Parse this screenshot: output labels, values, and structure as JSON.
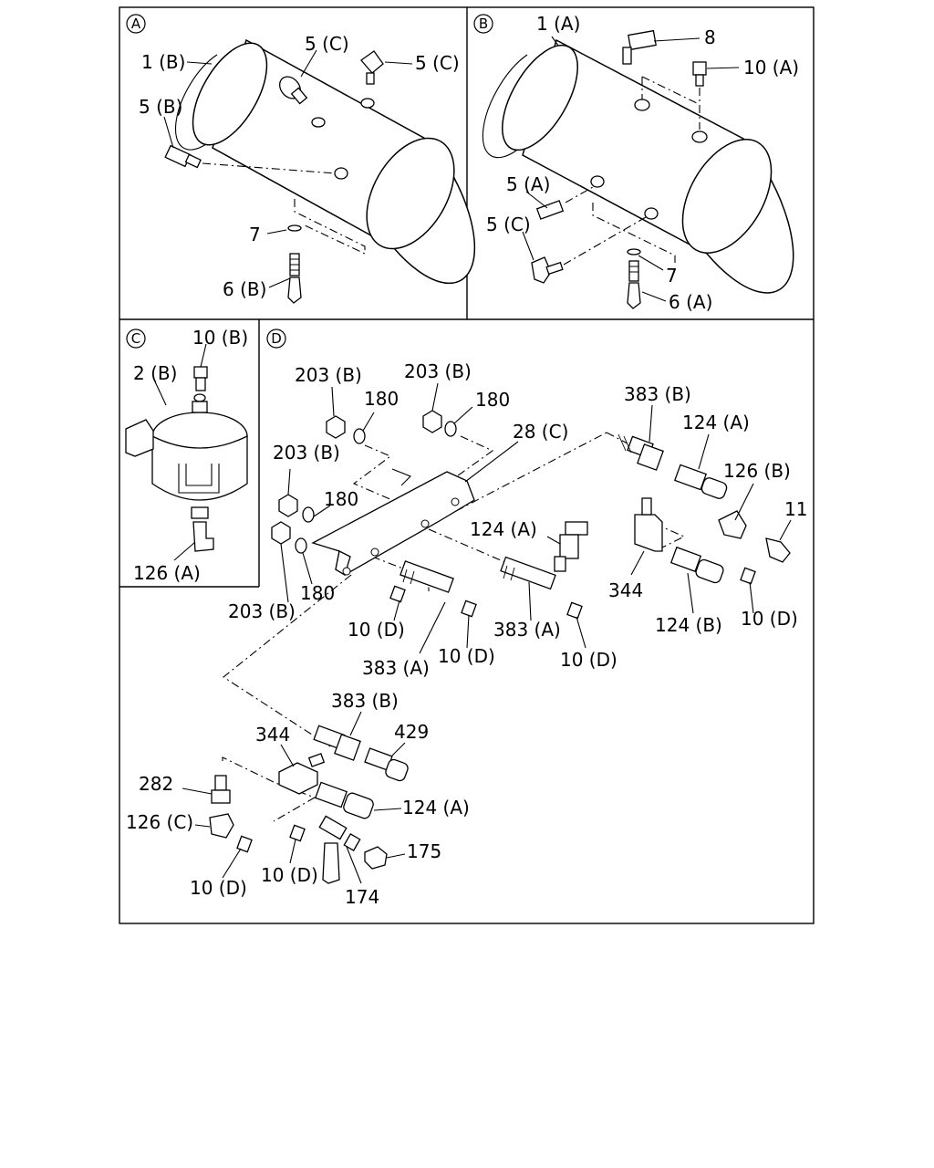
{
  "panels": {
    "A": {
      "marker": "A",
      "labels": {
        "l1b": "1 (B)",
        "l5c_a": "5 (C)",
        "l5c_b": "5 (C)",
        "l5b": "5 (B)",
        "l7": "7",
        "l6b": "6 (B)"
      }
    },
    "B": {
      "marker": "B",
      "labels": {
        "l1a": "1 (A)",
        "l8": "8",
        "l10a": "10 (A)",
        "l5a": "5 (A)",
        "l5c": "5 (C)",
        "l7": "7",
        "l6a": "6 (A)"
      }
    },
    "C": {
      "marker": "C",
      "labels": {
        "l10b": "10 (B)",
        "l2b": "2 (B)",
        "l126a": "126 (A)"
      }
    },
    "D": {
      "marker": "D",
      "labels": {
        "l203b_1": "203 (B)",
        "l203b_2": "203 (B)",
        "l203b_3": "203 (B)",
        "l203b_4": "203 (B)",
        "l180_1": "180",
        "l180_2": "180",
        "l180_3": "180",
        "l180_4": "180",
        "l28c": "28 (C)",
        "l383b_1": "383 (B)",
        "l124a_1": "124 (A)",
        "l126b": "126 (B)",
        "l11": "11",
        "l124a_2": "124 (A)",
        "l344_1": "344",
        "l124b": "124 (B)",
        "l10d_1": "10 (D)",
        "l10d_2": "10 (D)",
        "l10d_3": "10 (D)",
        "l10d_4": "10 (D)",
        "l383a_1": "383 (A)",
        "l383a_2": "383 (A)",
        "l383b_2": "383 (B)",
        "l344_2": "344",
        "l429": "429",
        "l282": "282",
        "l124a_3": "124 (A)",
        "l126c": "126 (C)",
        "l10d_5": "10 (D)",
        "l10d_6": "10 (D)",
        "l175": "175",
        "l174": "174"
      }
    }
  }
}
